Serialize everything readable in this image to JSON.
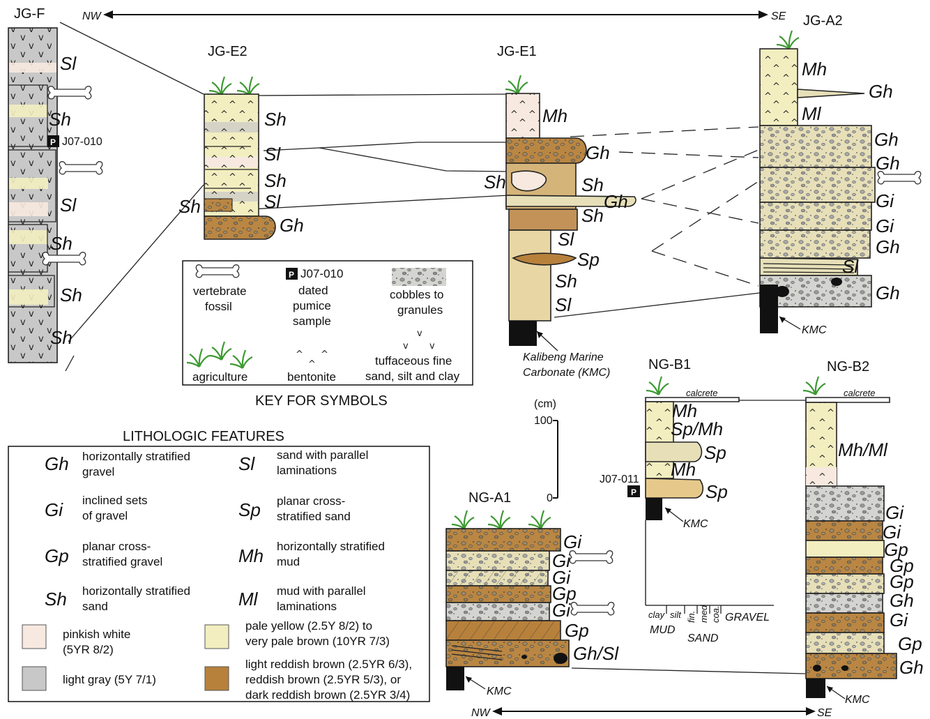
{
  "colors": {
    "pinkish_white": "#f7e9df",
    "light_gray": "#c8c8c8",
    "pale_yellow": "#f3eec0",
    "reddish_brown": "#b7813c",
    "kmc": "#111111",
    "grass": "#49a43a"
  },
  "directions": {
    "top_left": "NW",
    "top_right": "SE",
    "bottom_left": "NW",
    "bottom_right": "SE"
  },
  "sections": {
    "jgf": {
      "name": "JG-F",
      "facies": [
        "Sl",
        "Sh",
        "Sl",
        "Sh",
        "Sh",
        "Sh"
      ],
      "sample": "J07-010"
    },
    "jge2": {
      "name": "JG-E2",
      "facies": [
        "Sh",
        "Sl",
        "Sh",
        "Sl",
        "Sh",
        "Gh"
      ]
    },
    "jge1": {
      "name": "JG-E1",
      "facies": [
        "Mh",
        "Gh",
        "Sh",
        "Sh",
        "Gh",
        "Sh",
        "Sl",
        "Sp",
        "Sh",
        "Sl"
      ],
      "kmc_line1": "Kalibeng Marine",
      "kmc_line2": "Carbonate (KMC)"
    },
    "jga2": {
      "name": "JG-A2",
      "facies": [
        "Mh",
        "Gh",
        "Ml",
        "Gh",
        "Gh",
        "Gi",
        "Gi",
        "Gh",
        "Sl",
        "Gh"
      ],
      "kmc": "KMC"
    },
    "ngb1": {
      "name": "NG-B1",
      "calcrete": "calcrete",
      "facies": [
        "Mh",
        "Sp/Mh",
        "Sp",
        "Mh",
        "Sp"
      ],
      "sample": "J07-011",
      "kmc": "KMC"
    },
    "ngb2": {
      "name": "NG-B2",
      "calcrete": "calcrete",
      "facies": [
        "Mh/Ml",
        "Gi",
        "Gi",
        "Gp",
        "Gp",
        "Gp",
        "Gh",
        "Gi",
        "Gp",
        "Gh"
      ],
      "kmc": "KMC"
    },
    "nga1": {
      "name": "NG-A1",
      "facies": [
        "Gi",
        "Gi",
        "Gi",
        "Gp",
        "Gi",
        "Gp",
        "Gh/Sl"
      ],
      "kmc": "KMC"
    }
  },
  "scale": {
    "unit": "(cm)",
    "top": "100",
    "bottom": "0"
  },
  "grain": {
    "clay": "clay",
    "silt": "silt",
    "fin": "fin.",
    "med": "med",
    "coa": "coa.",
    "gravel": "GRAVEL",
    "mud": "MUD",
    "sand": "SAND"
  },
  "key": {
    "title": "KEY FOR SYMBOLS",
    "fossil": [
      "vertebrate",
      "fossil"
    ],
    "sample_id": "J07-010",
    "sample": [
      "dated",
      "pumice",
      "sample"
    ],
    "cobbles": [
      "cobbles to",
      "granules"
    ],
    "agriculture": "agriculture",
    "bentonite": "bentonite",
    "tuff": [
      "tuffaceous fine",
      "sand, silt and clay"
    ],
    "p_badge": "P"
  },
  "litho": {
    "title": "LITHOLOGIC FEATURES",
    "items": [
      {
        "code": "Gh",
        "l1": "horizontally stratified",
        "l2": "gravel"
      },
      {
        "code": "Gi",
        "l1": "inclined  sets",
        "l2": "of gravel"
      },
      {
        "code": "Gp",
        "l1": "planar cross-",
        "l2": "stratified gravel"
      },
      {
        "code": "Sh",
        "l1": "horizontally stratified",
        "l2": "sand"
      },
      {
        "code": "Sl",
        "l1": "sand with parallel",
        "l2": "laminations"
      },
      {
        "code": "Sp",
        "l1": "planar cross-",
        "l2": "stratified sand"
      },
      {
        "code": "Mh",
        "l1": "horizontally stratified",
        "l2": "mud"
      },
      {
        "code": "Ml",
        "l1": "mud with parallel",
        "l2": "laminations"
      }
    ],
    "colors": [
      {
        "l1": "pinkish white",
        "l2": "(5YR 8/2)"
      },
      {
        "l1": "light gray (5Y 7/1)"
      },
      {
        "l1": "pale yellow (2.5Y 8/2) to",
        "l2": "very pale brown (10YR 7/3)"
      },
      {
        "l1": "light reddish brown (2.5YR 6/3),",
        "l2": "reddish brown (2.5YR 5/3), or",
        "l3": "dark reddish brown (2.5YR 3/4)"
      }
    ]
  }
}
